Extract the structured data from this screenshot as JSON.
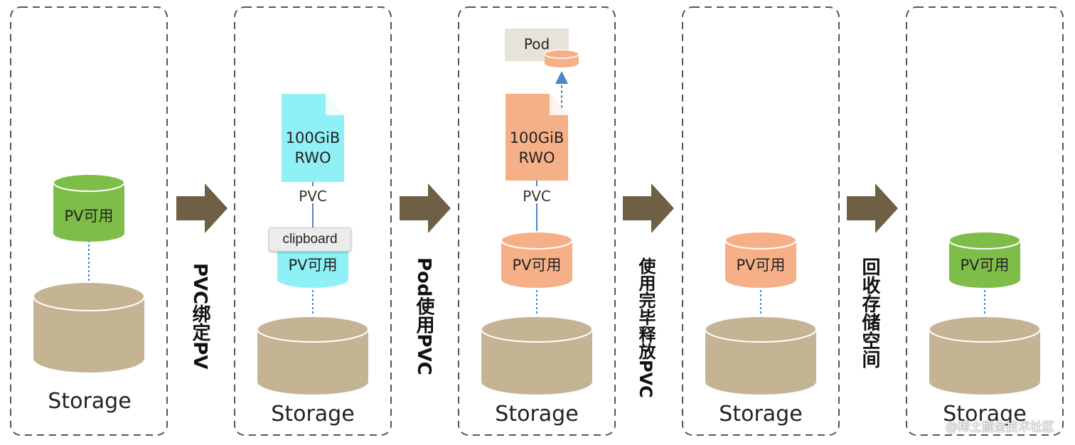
{
  "colors": {
    "storage": "#c4b494",
    "pv_green": "#7fbd49",
    "pv_cyan": "#8ff0f5",
    "pv_orange": "#f6b088",
    "pvc_cyan": "#8ff0f5",
    "pvc_orange": "#f6b088",
    "arrow": "#6e5f45",
    "dashed_border": "#555555",
    "connector": "#4a86c8",
    "pod_box": "#e6e4d8"
  },
  "stages": [
    {
      "storage_label": "Storage",
      "pv_label": "PV可用"
    },
    {
      "storage_label": "Storage",
      "pv_label": "PV可用",
      "pvc_size": "100GiB",
      "pvc_mode": "RWO",
      "pvc_label": "PVC"
    },
    {
      "storage_label": "Storage",
      "pv_label": "PV可用",
      "pvc_size": "100GiB",
      "pvc_mode": "RWO",
      "pvc_label": "PVC",
      "pod_label": "Pod"
    },
    {
      "storage_label": "Storage",
      "pv_label": "PV可用"
    },
    {
      "storage_label": "Storage",
      "pv_label": "PV可用"
    }
  ],
  "transitions": [
    {
      "label": "PVC绑定PV"
    },
    {
      "label": "Pod使用PVC"
    },
    {
      "label": "使用完毕释放PVC"
    },
    {
      "label": "回收存储空间"
    }
  ],
  "tooltip": {
    "text": "clipboard"
  },
  "watermark": {
    "text": "@稀土掘金技术社区"
  }
}
